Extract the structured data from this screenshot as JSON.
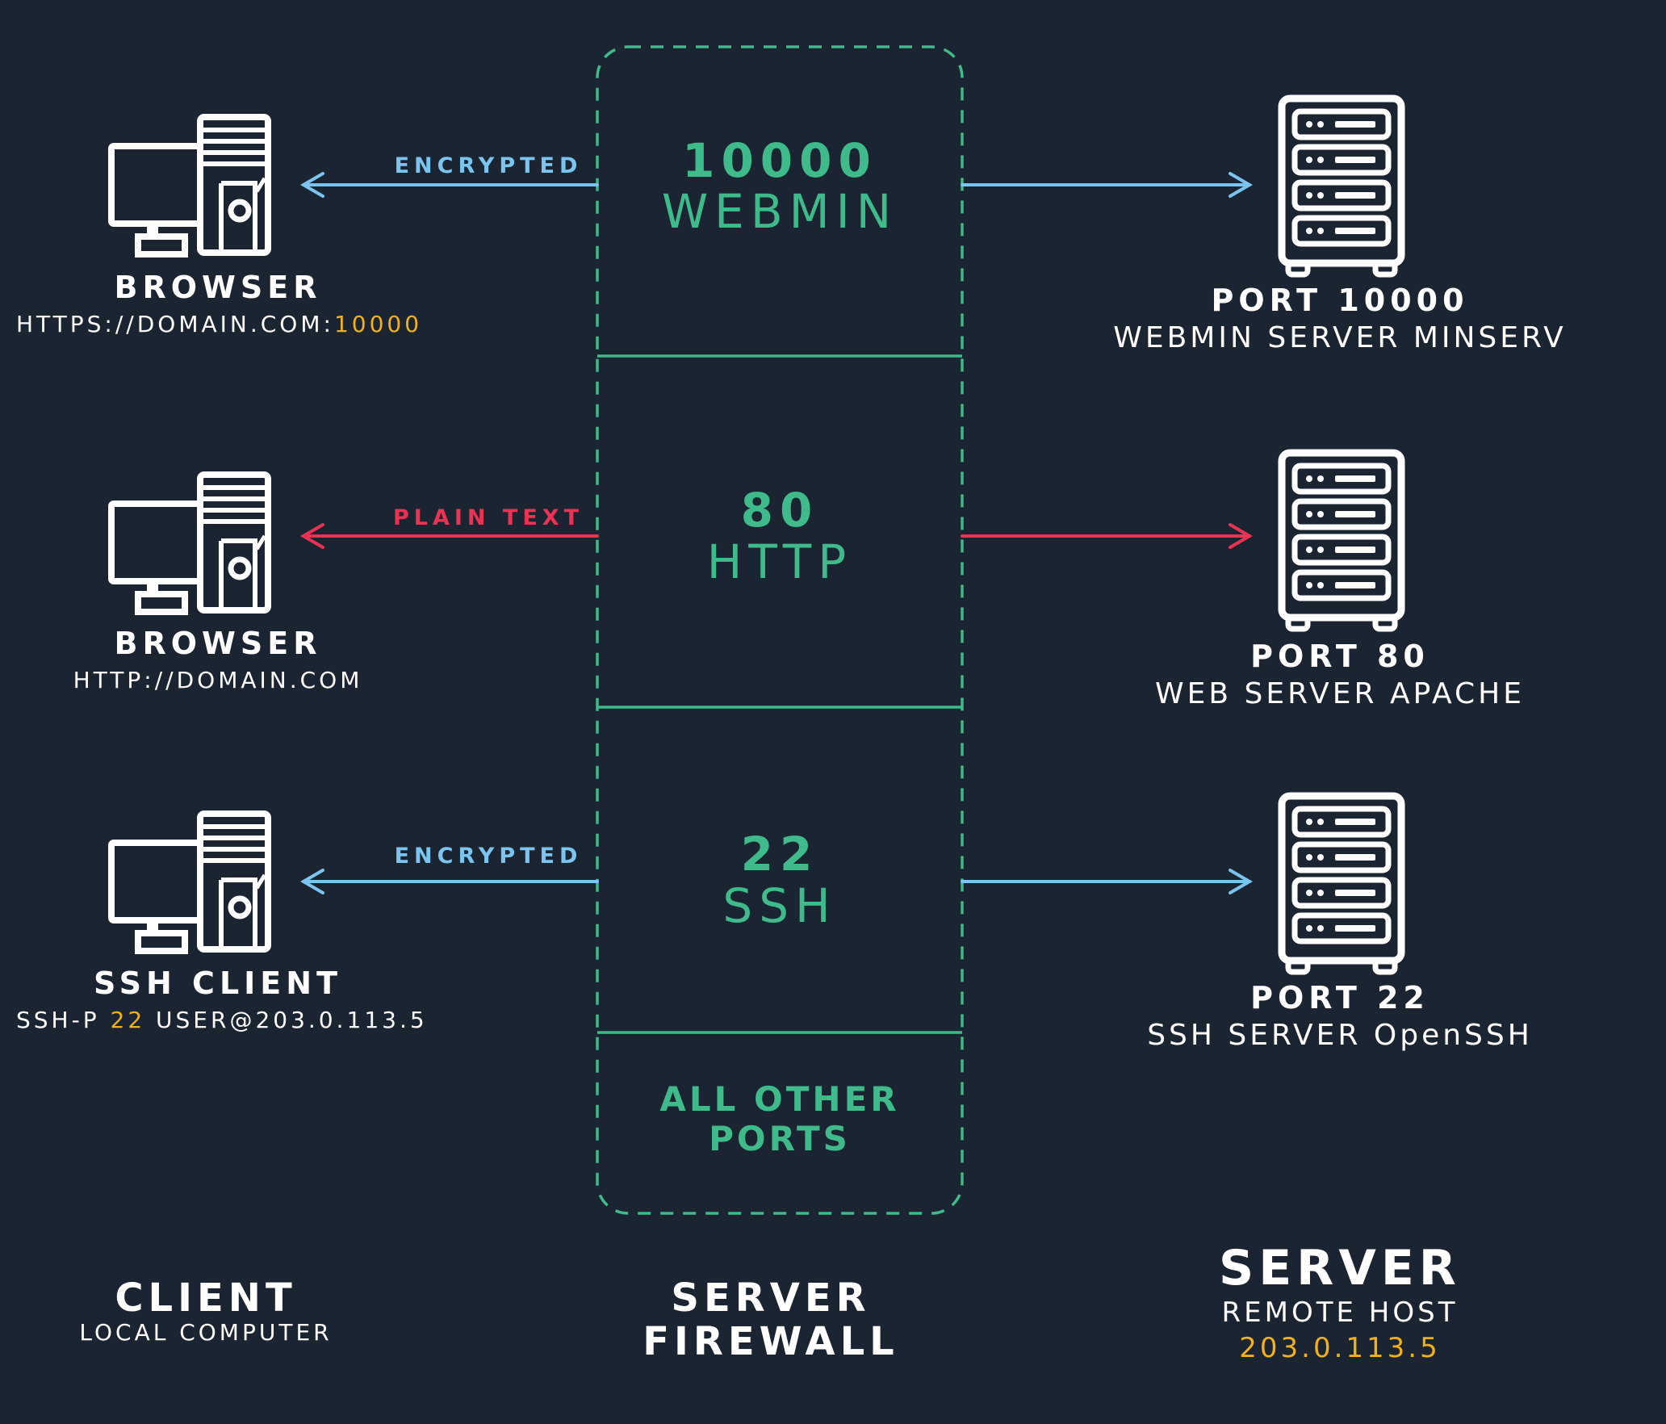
{
  "colors": {
    "background": "#1b2532",
    "firewall": "#3fba8b",
    "encrypted": "#7cc4f0",
    "plain": "#ec3253",
    "highlight": "#f2b01e",
    "icon": "#ffffff"
  },
  "client": {
    "title": "CLIENT",
    "subtitle": "LOCAL COMPUTER",
    "devices": [
      {
        "name": "BROWSER",
        "detail_prefix": "HTTPS://DOMAIN.COM:",
        "detail_highlight": "10000",
        "detail_suffix": "",
        "icon": "computer-icon"
      },
      {
        "name": "BROWSER",
        "detail_prefix": "HTTP://DOMAIN.COM",
        "detail_highlight": "",
        "detail_suffix": "",
        "icon": "computer-icon"
      },
      {
        "name": "SSH CLIENT",
        "detail_prefix": "SSH-P ",
        "detail_highlight": "22",
        "detail_suffix": " USER@203.0.113.5",
        "icon": "computer-icon"
      }
    ]
  },
  "firewall": {
    "title_line1": "SERVER",
    "title_line2": "FIREWALL",
    "ports": [
      {
        "number": "10000",
        "service": "WEBMIN"
      },
      {
        "number": "80",
        "service": "HTTP"
      },
      {
        "number": "22",
        "service": "SSH"
      }
    ],
    "other_line1": "ALL OTHER",
    "other_line2": "PORTS"
  },
  "connections": [
    {
      "label": "ENCRYPTED",
      "type": "encrypted"
    },
    {
      "label": "PLAIN TEXT",
      "type": "plain"
    },
    {
      "label": "ENCRYPTED",
      "type": "encrypted"
    }
  ],
  "server": {
    "title": "SERVER",
    "subtitle": "REMOTE HOST",
    "ip": "203.0.113.5",
    "services": [
      {
        "port": "PORT 10000",
        "description": "WEBMIN SERVER MINSERV",
        "icon": "server-rack-icon"
      },
      {
        "port": "PORT 80",
        "description": "WEB SERVER APACHE",
        "icon": "server-rack-icon"
      },
      {
        "port": "PORT 22",
        "description": "SSH SERVER OpenSSH",
        "icon": "server-rack-icon"
      }
    ]
  }
}
